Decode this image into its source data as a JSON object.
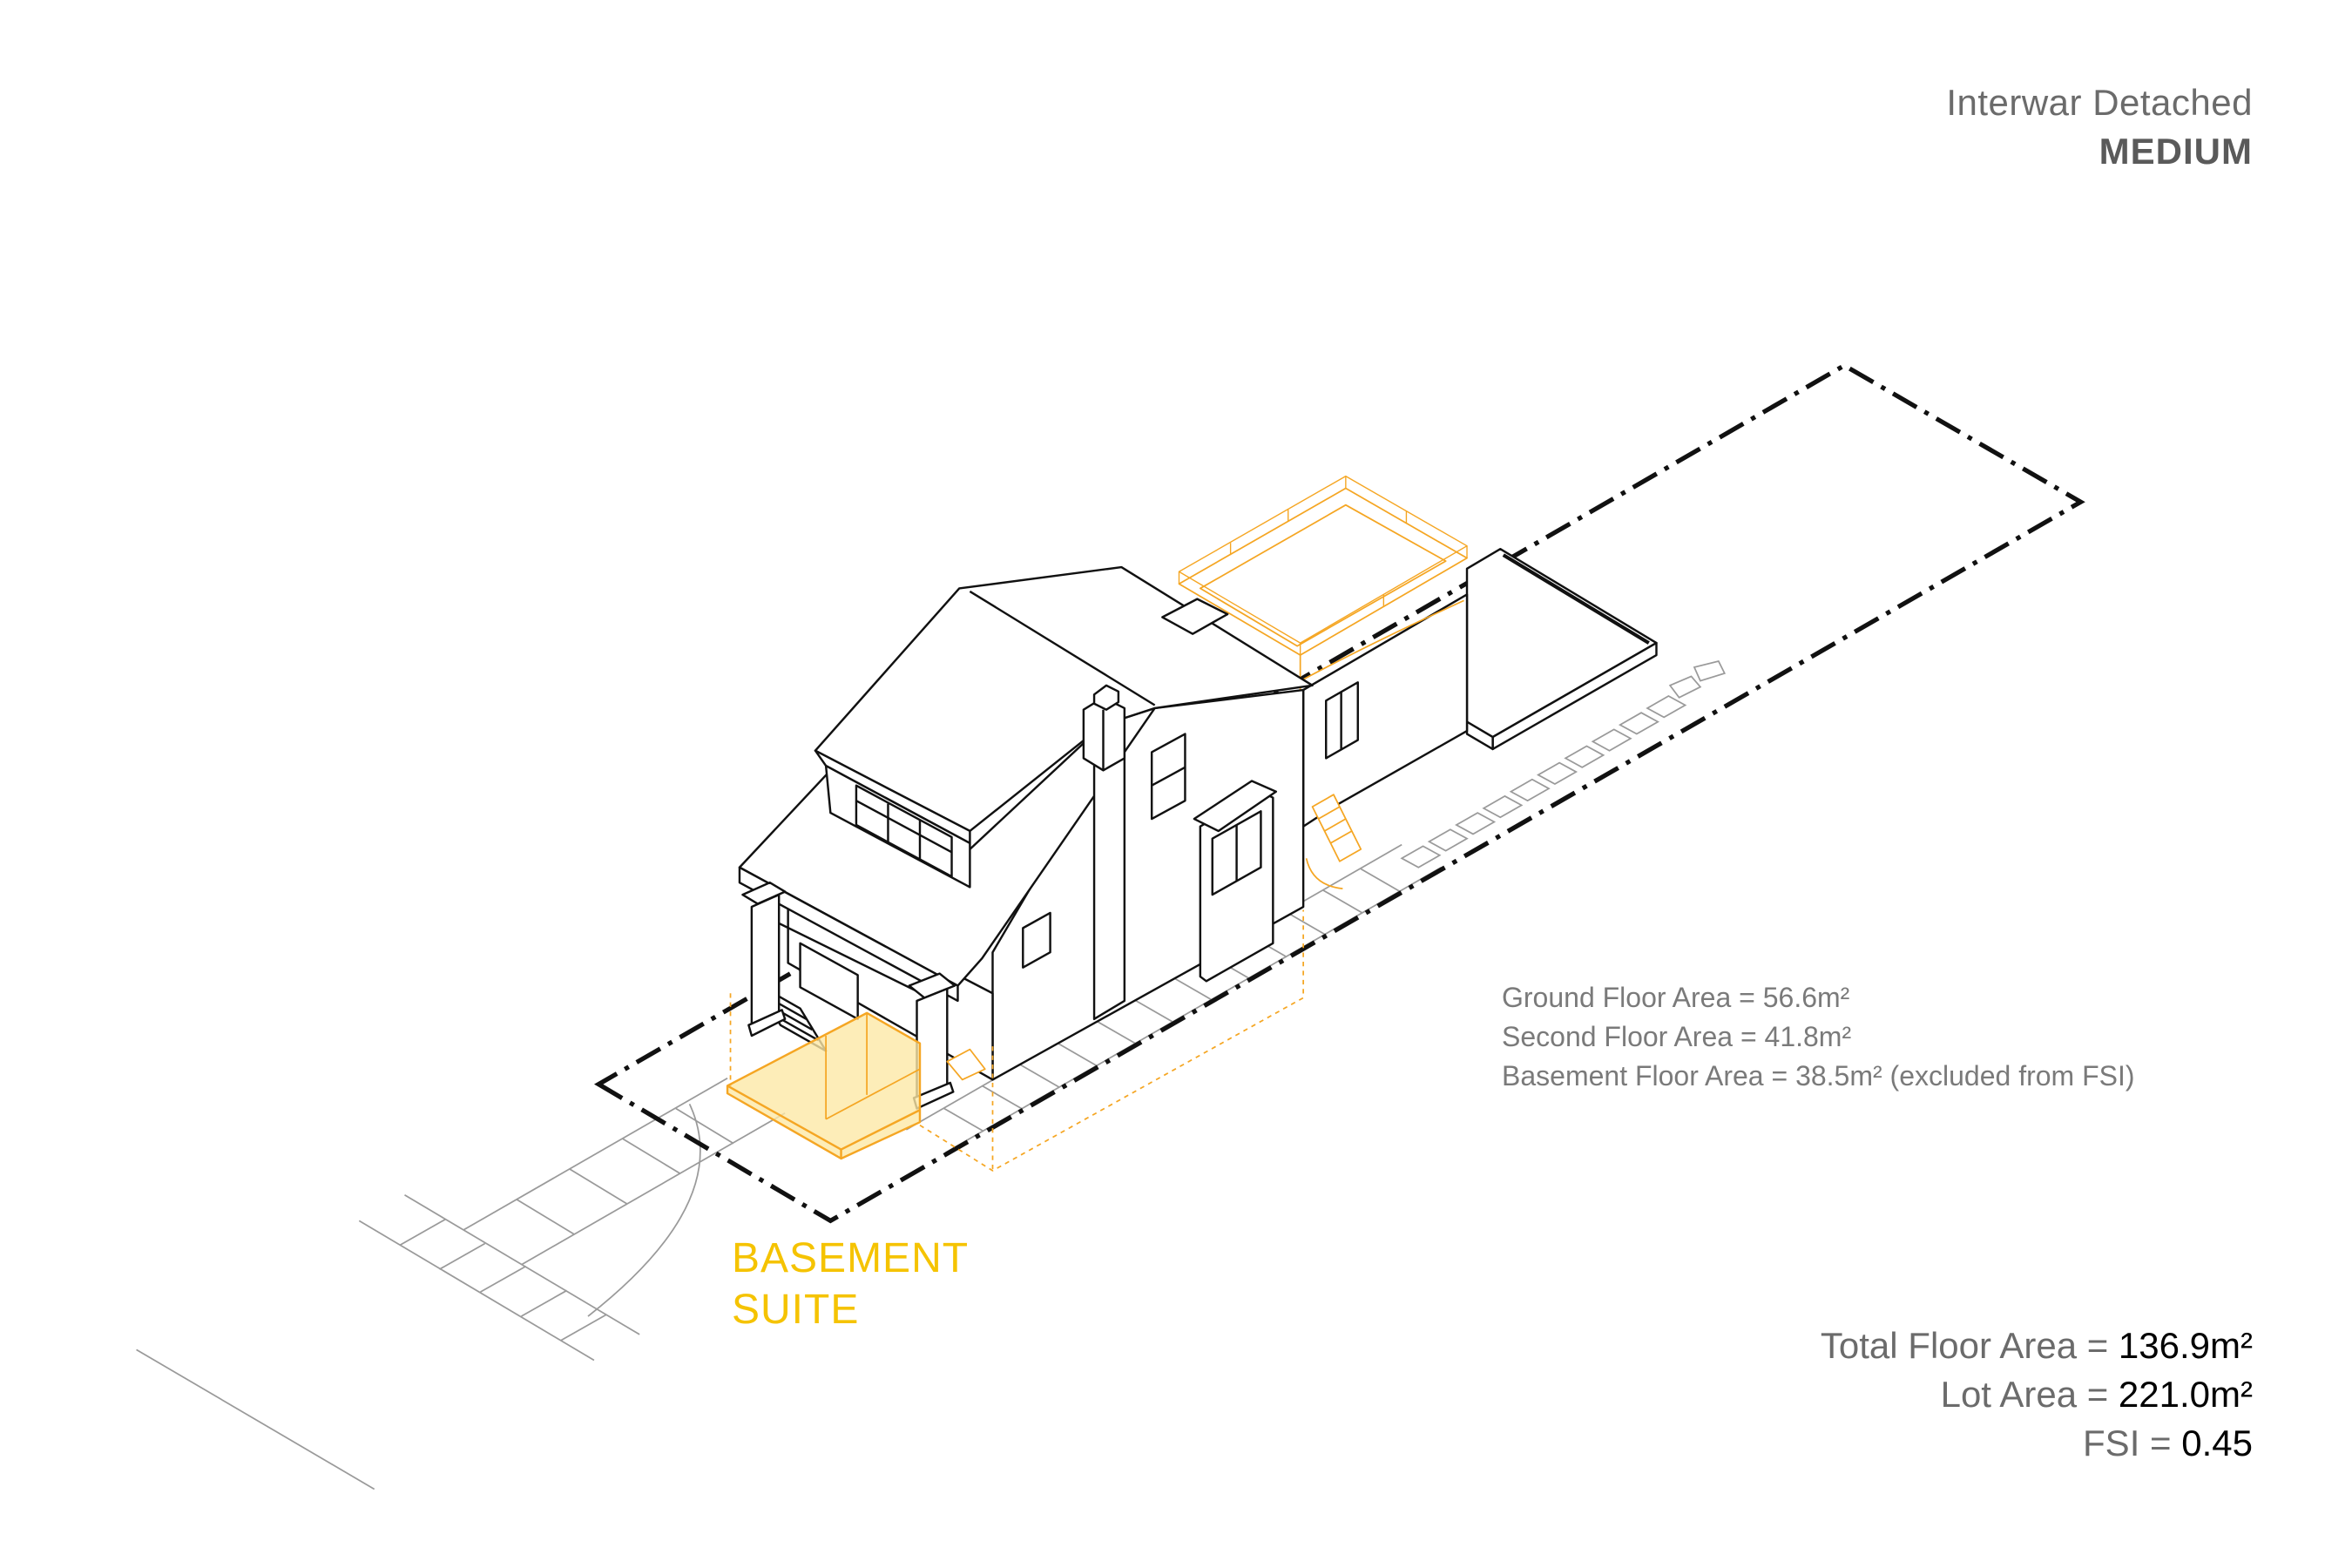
{
  "header": {
    "building_type": "Interwar Detached",
    "category": "MEDIUM"
  },
  "floor_areas": [
    {
      "text": "Ground Floor Area = 56.6m²"
    },
    {
      "text": "Second Floor Area = 41.8m²"
    },
    {
      "text": "Basement Floor Area = 38.5m² (excluded from FSI)"
    }
  ],
  "callout": {
    "line1": "BASEMENT",
    "line2": "SUITE"
  },
  "totals": [
    {
      "label": "Total Floor Area =",
      "value": "136.9m²"
    },
    {
      "label": "Lot Area =",
      "value": "221.0m²"
    },
    {
      "label": "FSI =",
      "value": "0.45"
    }
  ],
  "colors": {
    "ink": "#111111",
    "text": "#6b6b6b",
    "accent": "#f5c300",
    "orange": "#f5a623",
    "fill": "#fde9a6",
    "ground": "#9a9a9a"
  }
}
